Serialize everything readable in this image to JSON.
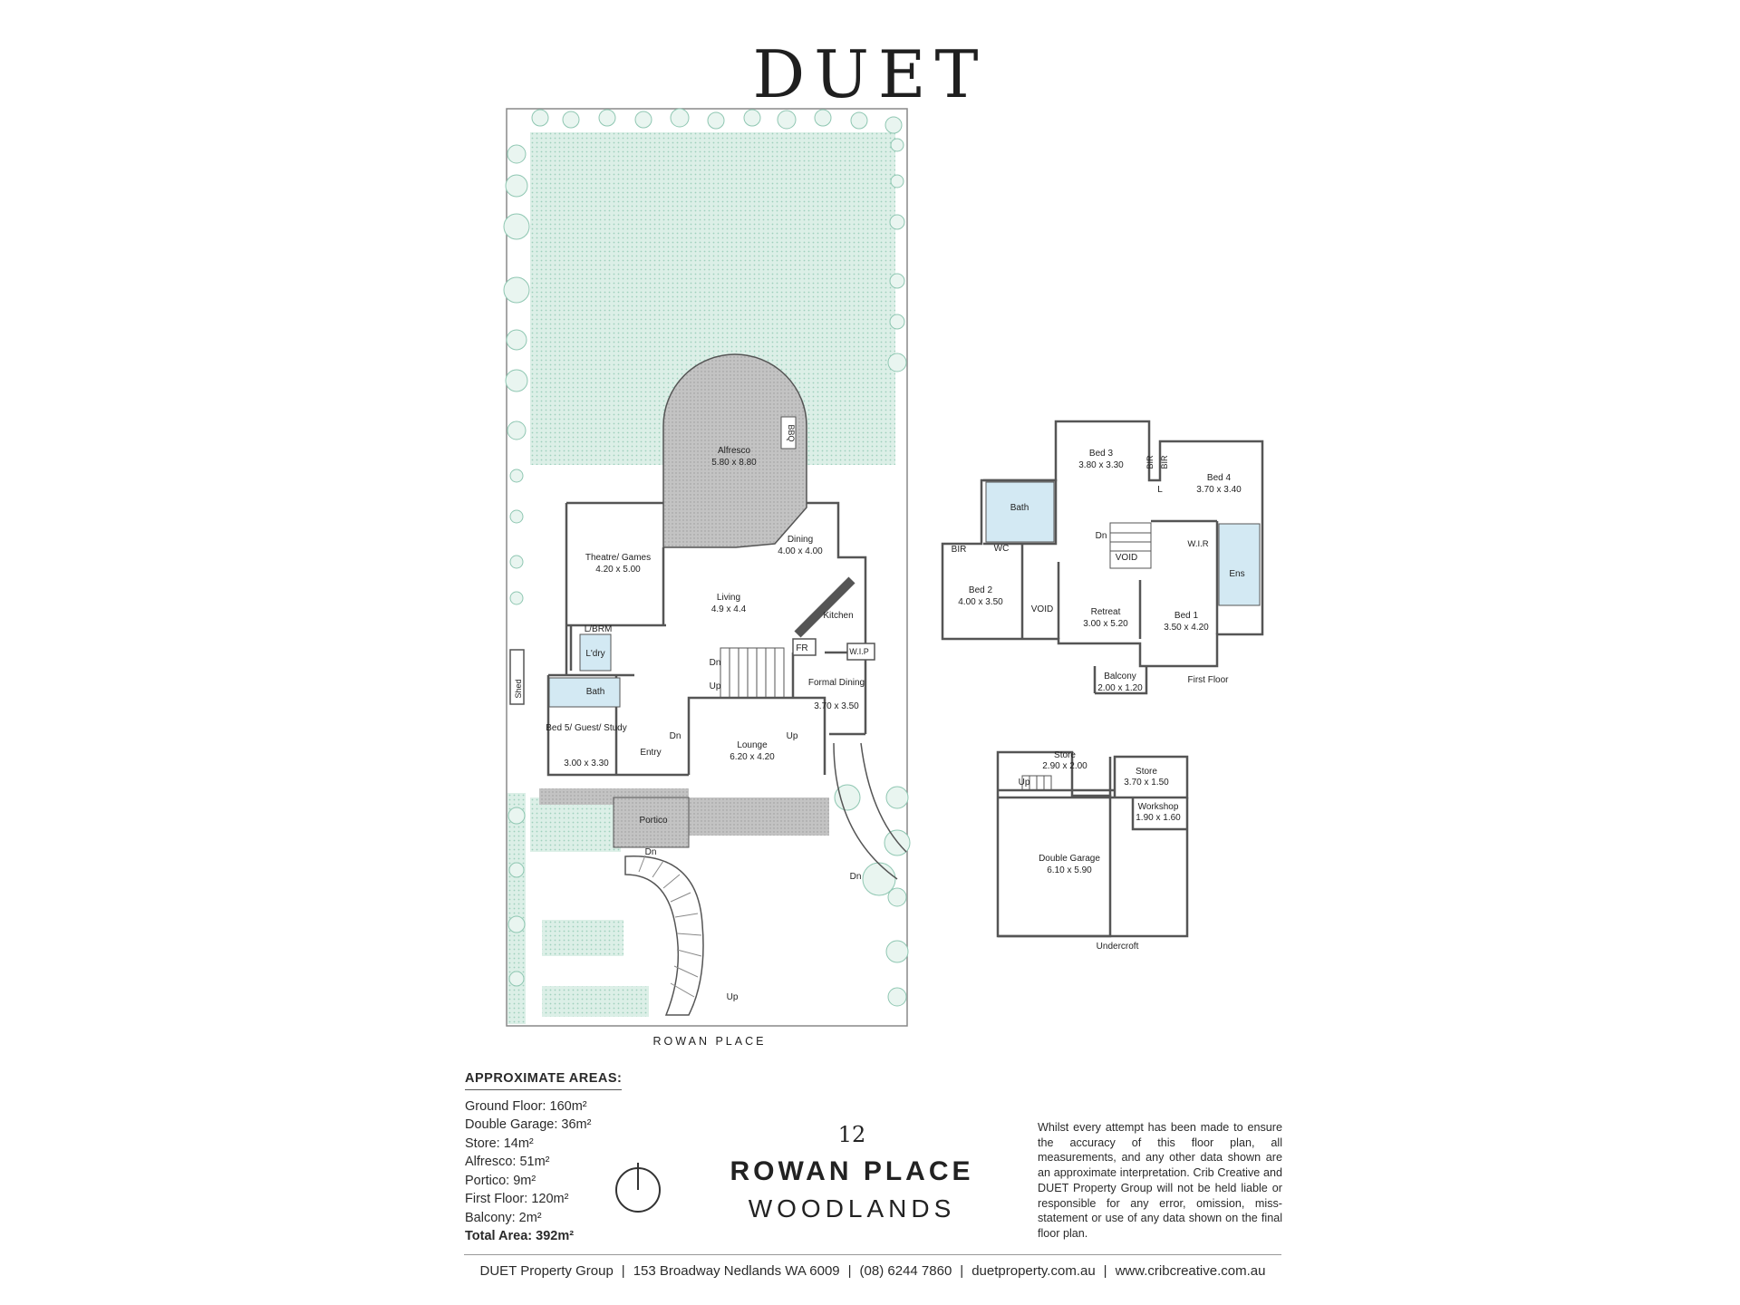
{
  "brand": "DUET",
  "plan": {
    "street_label": "ROWAN PLACE",
    "ground_rooms": [
      {
        "key": "alfresco",
        "name": "Alfresco",
        "dims": "5.80 x 8.80"
      },
      {
        "key": "bbq",
        "name": "BBQ",
        "dims": ""
      },
      {
        "key": "theatre",
        "name": "Theatre/ Games",
        "dims": "4.20 x 5.00"
      },
      {
        "key": "dining",
        "name": "Dining",
        "dims": "4.00 x 4.00"
      },
      {
        "key": "living",
        "name": "Living",
        "dims": "4.9 x 4.4"
      },
      {
        "key": "kitchen",
        "name": "Kitchen",
        "dims": ""
      },
      {
        "key": "lbrm",
        "name": "L/BRM",
        "dims": ""
      },
      {
        "key": "ldry",
        "name": "L'dry",
        "dims": ""
      },
      {
        "key": "bath",
        "name": "Bath",
        "dims": ""
      },
      {
        "key": "bed5",
        "name": "Bed 5/ Guest/ Study",
        "dims": "3.00 x 3.30"
      },
      {
        "key": "entry",
        "name": "Entry",
        "dims": ""
      },
      {
        "key": "lounge",
        "name": "Lounge",
        "dims": "6.20 x 4.20"
      },
      {
        "key": "formal",
        "name": "Formal Dining",
        "dims": "3.70 x 3.50"
      },
      {
        "key": "portico",
        "name": "Portico",
        "dims": ""
      },
      {
        "key": "fr",
        "name": "FR",
        "dims": ""
      },
      {
        "key": "wip",
        "name": "W.I.P",
        "dims": ""
      },
      {
        "key": "shed",
        "name": "Shed",
        "dims": ""
      }
    ],
    "ground_stair_labels": [
      "Dn",
      "Up",
      "Dn",
      "Up",
      "Dn",
      "Dn",
      "Up"
    ],
    "first_floor_label": "First Floor",
    "first_rooms": [
      {
        "key": "bed3",
        "name": "Bed 3",
        "dims": "3.80 x 3.30"
      },
      {
        "key": "bed4",
        "name": "Bed 4",
        "dims": "3.70 x 3.40"
      },
      {
        "key": "bath_f",
        "name": "Bath",
        "dims": ""
      },
      {
        "key": "bir1",
        "name": "BIR",
        "dims": ""
      },
      {
        "key": "bir2",
        "name": "BIR",
        "dims": ""
      },
      {
        "key": "bir3",
        "name": "BIR",
        "dims": ""
      },
      {
        "key": "l",
        "name": "L",
        "dims": ""
      },
      {
        "key": "wc",
        "name": "WC",
        "dims": ""
      },
      {
        "key": "void1",
        "name": "VOID",
        "dims": ""
      },
      {
        "key": "wir",
        "name": "W.I.R",
        "dims": ""
      },
      {
        "key": "ens",
        "name": "Ens",
        "dims": ""
      },
      {
        "key": "bed2",
        "name": "Bed 2",
        "dims": "4.00 x 3.50"
      },
      {
        "key": "void2",
        "name": "VOID",
        "dims": ""
      },
      {
        "key": "retreat",
        "name": "Retreat",
        "dims": "3.00 x 5.20"
      },
      {
        "key": "bed1",
        "name": "Bed 1",
        "dims": "3.50 x 4.20"
      },
      {
        "key": "balcony",
        "name": "Balcony",
        "dims": "2.00 x 1.20"
      },
      {
        "key": "dn_f",
        "name": "Dn",
        "dims": ""
      }
    ],
    "undercroft_label": "Undercroft",
    "undercroft_rooms": [
      {
        "key": "store1",
        "name": "Store",
        "dims": "2.90 x 2.00"
      },
      {
        "key": "store2",
        "name": "Store",
        "dims": "3.70 x 1.50"
      },
      {
        "key": "workshop",
        "name": "Workshop",
        "dims": "1.90 x 1.60"
      },
      {
        "key": "garage",
        "name": "Double Garage",
        "dims": "6.10 x 5.90"
      },
      {
        "key": "up_u",
        "name": "Up",
        "dims": ""
      }
    ]
  },
  "areas": {
    "heading": "APPROXIMATE AREAS:",
    "rows": [
      {
        "label": "Ground Floor:",
        "value": "160m²"
      },
      {
        "label": "Double Garage:",
        "value": "36m²"
      },
      {
        "label": "Store:",
        "value": "14m²"
      },
      {
        "label": "Alfresco:",
        "value": "51m²"
      },
      {
        "label": "Portico:",
        "value": "9m²"
      },
      {
        "label": "First Floor:",
        "value": "120m²"
      },
      {
        "label": "Balcony:",
        "value": "2m²"
      }
    ],
    "total_label": "Total Area:",
    "total_value": "392m²"
  },
  "address": {
    "number": "12",
    "street": "ROWAN PLACE",
    "suburb": "WOODLANDS"
  },
  "disclaimer": "Whilst every attempt has been made to ensure the accuracy of this floor plan, all measurements, and any other data shown are an approximate interpretation. Crib Creative and DUET Property Group will not be held liable or responsible for any error, omission, miss-statement or use of any data shown on the final floor plan.",
  "footer": {
    "company": "DUET Property Group",
    "address": "153 Broadway Nedlands WA 6009",
    "phone": "(08) 6244 7860",
    "web1": "duetproperty.com.au",
    "web2": "www.cribcreative.com.au"
  },
  "colors": {
    "lawn": "#d7ece4",
    "hatch": "#bcbcbc",
    "wet": "#d3e9f3",
    "wall": "#555555"
  }
}
